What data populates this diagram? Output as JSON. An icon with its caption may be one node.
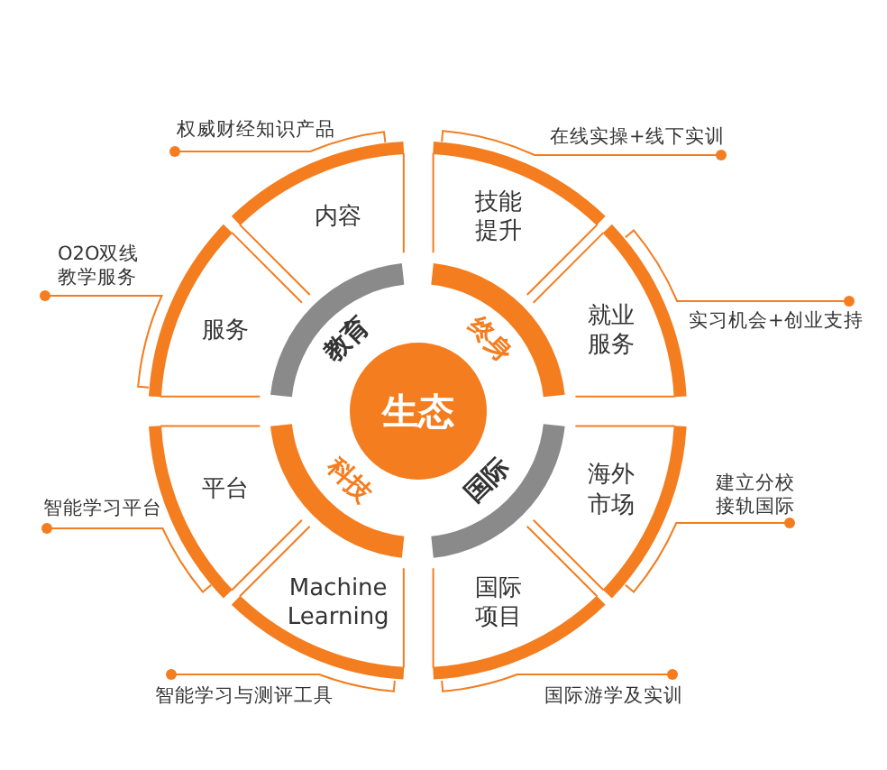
{
  "diagram": {
    "nodes": [
      {
        "text": [
          "生态"
        ]
      },
      {
        "text": [
          "教育"
        ]
      },
      {
        "text": [
          "终身"
        ]
      },
      {
        "text": [
          "科技"
        ]
      },
      {
        "text": [
          "国际"
        ]
      },
      {
        "text": [
          "内容"
        ]
      },
      {
        "text": [
          "技能提升"
        ]
      },
      {
        "text": [
          "服务"
        ]
      },
      {
        "text": [
          "就业服务"
        ]
      },
      {
        "text": [
          "平台"
        ]
      },
      {
        "text": [
          "海外市场"
        ]
      },
      {
        "text": [
          "Machine Learning"
        ]
      },
      {
        "text": [
          "国际项目"
        ]
      },
      {
        "text": [
          "权威财经知识产品"
        ]
      },
      {
        "text": [
          "在线实操+线下实训"
        ]
      },
      {
        "text": [
          "O2O双线教学服务"
        ]
      },
      {
        "text": [
          "实习机会+创业支持"
        ]
      },
      {
        "text": [
          "智能学习平台"
        ]
      },
      {
        "text": [
          "建立分校接轨国际"
        ]
      },
      {
        "text": [
          "智能学习与测评工具"
        ]
      },
      {
        "text": [
          "国际游学及实训"
        ]
      }
    ],
    "edges": [
      {
        "from": 13,
        "to": 5,
        "arrow": "other"
      },
      {
        "from": 14,
        "to": 6,
        "arrow": "other"
      },
      {
        "from": 15,
        "to": 7,
        "arrow": "other"
      },
      {
        "from": 16,
        "to": 8,
        "arrow": "other"
      },
      {
        "from": 17,
        "to": 9,
        "arrow": "other"
      },
      {
        "from": 18,
        "to": 10,
        "arrow": "other"
      },
      {
        "from": 19,
        "to": 11,
        "arrow": "other"
      },
      {
        "from": 20,
        "to": 12,
        "arrow": "other"
      }
    ]
  }
}
